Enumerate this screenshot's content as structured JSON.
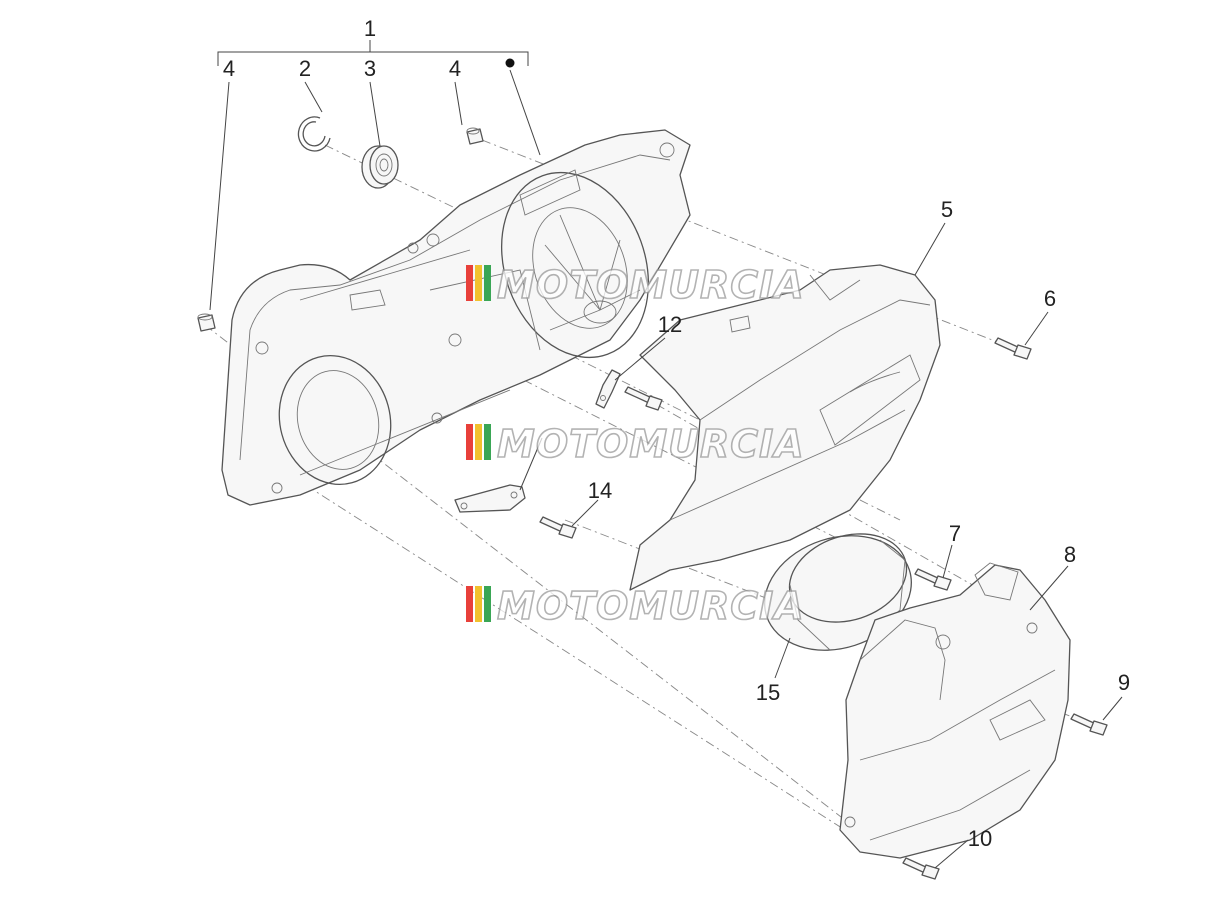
{
  "diagram": {
    "callouts": [
      {
        "id": "c1",
        "label": "1"
      },
      {
        "id": "c2",
        "label": "2"
      },
      {
        "id": "c3",
        "label": "3"
      },
      {
        "id": "c4a",
        "label": "4"
      },
      {
        "id": "c4b",
        "label": "4"
      },
      {
        "id": "c5",
        "label": "5"
      },
      {
        "id": "c6",
        "label": "6"
      },
      {
        "id": "c7",
        "label": "7"
      },
      {
        "id": "c8",
        "label": "8"
      },
      {
        "id": "c9",
        "label": "9"
      },
      {
        "id": "c10",
        "label": "10"
      },
      {
        "id": "c12",
        "label": "12"
      },
      {
        "id": "c14",
        "label": "14"
      },
      {
        "id": "c15",
        "label": "15"
      }
    ],
    "watermark": {
      "text": "MOTOMURCIA",
      "stripe_colors": [
        "#e8403a",
        "#f2c12e",
        "#3aa655",
        "#9e9e9e"
      ]
    },
    "colors": {
      "line": "#555555",
      "label": "#222222",
      "background": "#ffffff"
    }
  }
}
